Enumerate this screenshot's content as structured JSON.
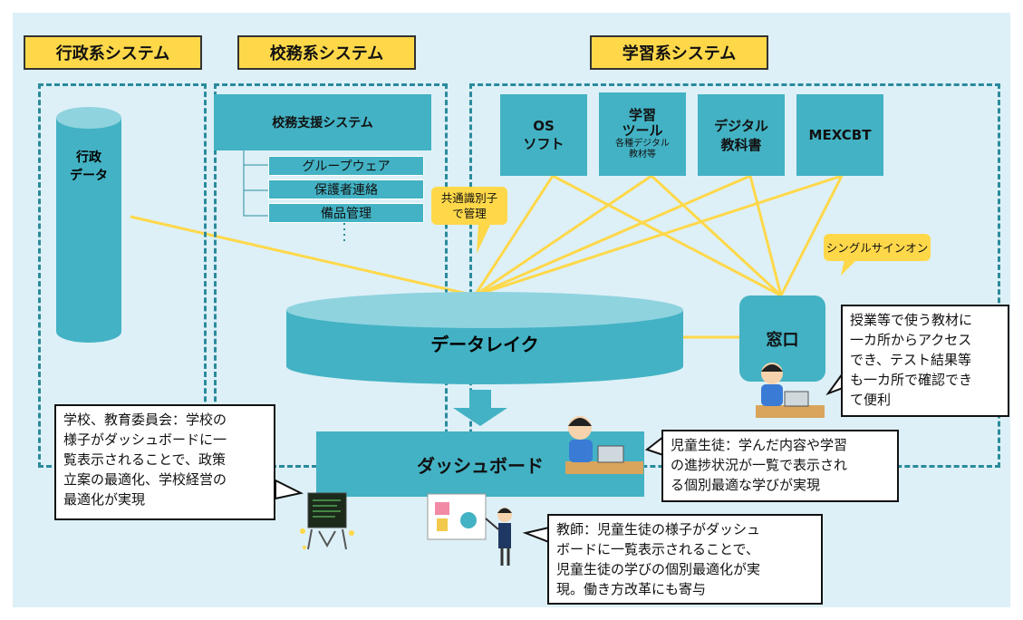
{
  "sections": {
    "gyousei": "行政系システム",
    "koumu": "校務系システム",
    "gakushu": "学習系システム"
  },
  "gyousei_data": "行政\nデータ",
  "koumu_support": {
    "title": "校務支援システム",
    "items": [
      "グループウェア",
      "保護者連絡",
      "備品管理"
    ]
  },
  "learning_boxes": [
    {
      "title": "OS\nソフト",
      "sub": ""
    },
    {
      "title": "学習\nツール",
      "sub": "各種デジタル\n教材等"
    },
    {
      "title": "デジタル\n教科書",
      "sub": ""
    },
    {
      "title": "MEXCBT",
      "sub": ""
    }
  ],
  "bubbles": {
    "common_id": "共通識別子\nで管理",
    "sso": "シングルサインオン"
  },
  "data_lake": "データレイク",
  "window": "窓口",
  "dashboard": "ダッシュボード",
  "callouts": {
    "window": "授業等で使う教材に\n一カ所からアクセス\nでき、テスト結果等\nも一カ所で確認でき\nて便利",
    "board": "学校、教育委員会：学校の\n様子がダッシュボードに一\n覧表示されることで、政策\n立案の最適化、学校経営の\n最適化が実現",
    "student": "児童生徒：学んだ内容や学習\nの進捗状況が一覧で表示され\nる個別最適な学びが実現",
    "teacher": "教師：児童生徒の様子がダッシュ\nボードに一覧表示されることで、\n児童生徒の学びの個別最適化が実\n現。働き方改革にも寄与"
  },
  "colors": {
    "teal": "#43b2c4",
    "yellow": "#ffd84a",
    "dashed": "#2a8b9c",
    "background": "#ddf0f7"
  }
}
